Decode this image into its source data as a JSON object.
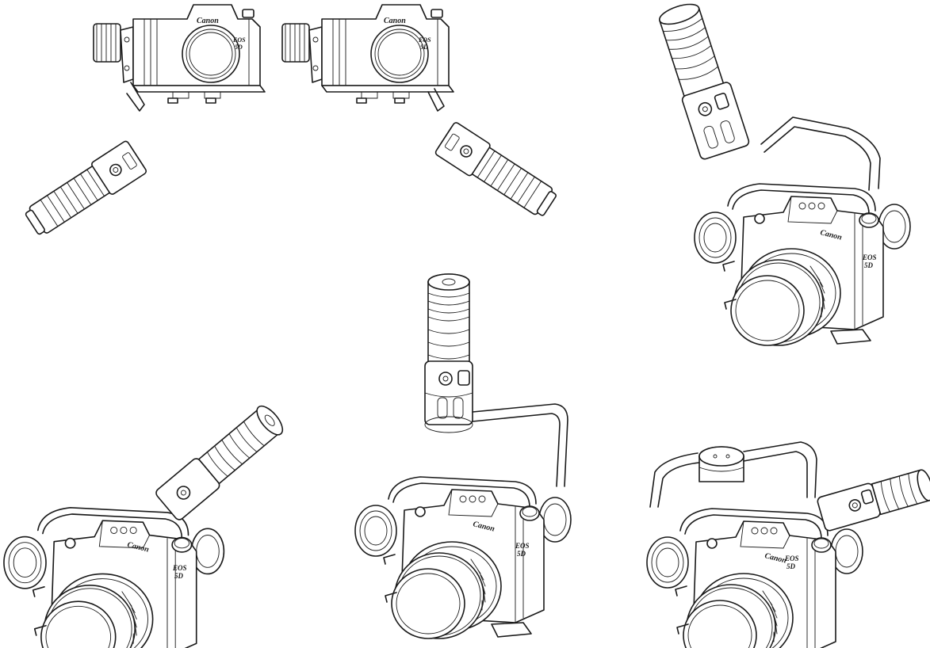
{
  "figure": {
    "type": "line-drawing",
    "subject": "camera-on-handheld-gimbal",
    "views": [
      {
        "id": "view-1",
        "camera_brand": "Canon",
        "camera_model_line1": "EOS",
        "camera_model_line2": "5D"
      },
      {
        "id": "view-2",
        "camera_brand": "Canon",
        "camera_model_line1": "EOS",
        "camera_model_line2": "5D"
      },
      {
        "id": "view-3",
        "camera_brand": "Canon",
        "camera_model_line1": "EOS",
        "camera_model_line2": "5D"
      },
      {
        "id": "view-4",
        "camera_brand": "Canon",
        "camera_model_line1": "EOS",
        "camera_model_line2": "5D"
      },
      {
        "id": "view-5",
        "camera_brand": "Canon",
        "camera_model_line1": "EOS",
        "camera_model_line2": "5D"
      },
      {
        "id": "view-6",
        "camera_brand": "Canon",
        "camera_model_line1": "EOS",
        "camera_model_line2": "5D"
      }
    ],
    "colors": {
      "line": "#1a1a1a",
      "background": "#ffffff"
    }
  }
}
